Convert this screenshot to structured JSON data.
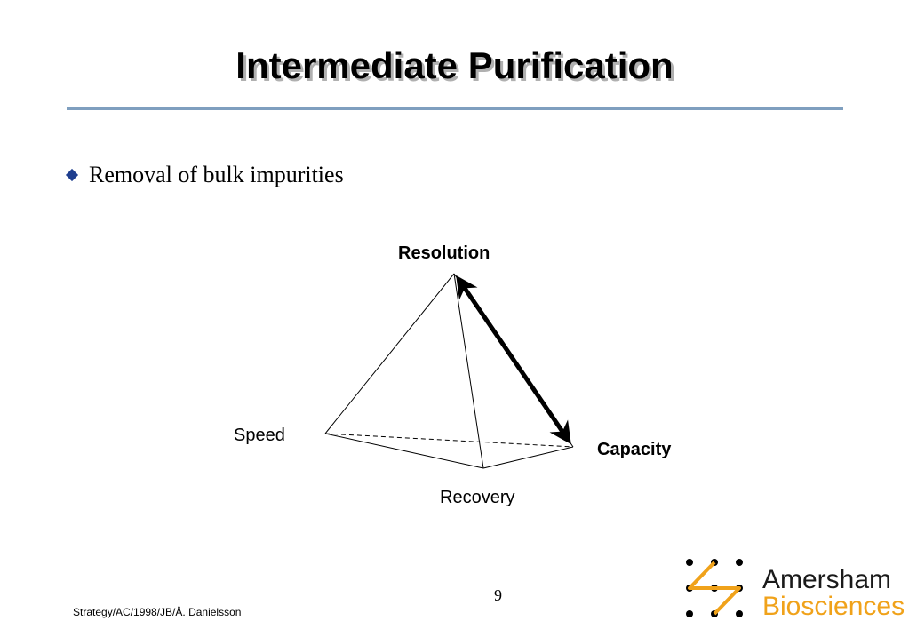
{
  "slide": {
    "title": "Intermediate Purification",
    "bullet": "Removal of bulk impurities",
    "page_number": "9",
    "footer": "Strategy/AC/1998/JB/Å. Danielsson"
  },
  "diagram": {
    "labels": {
      "resolution": "Resolution",
      "speed": "Speed",
      "capacity": "Capacity",
      "recovery": "Recovery"
    }
  },
  "logo": {
    "line1": "Amersham",
    "line2": "Biosciences",
    "dot_color": "#000000",
    "accent_color": "#f0a21a"
  },
  "colors": {
    "rule": "#7f9fbf",
    "bullet": "#1f3f8f"
  }
}
